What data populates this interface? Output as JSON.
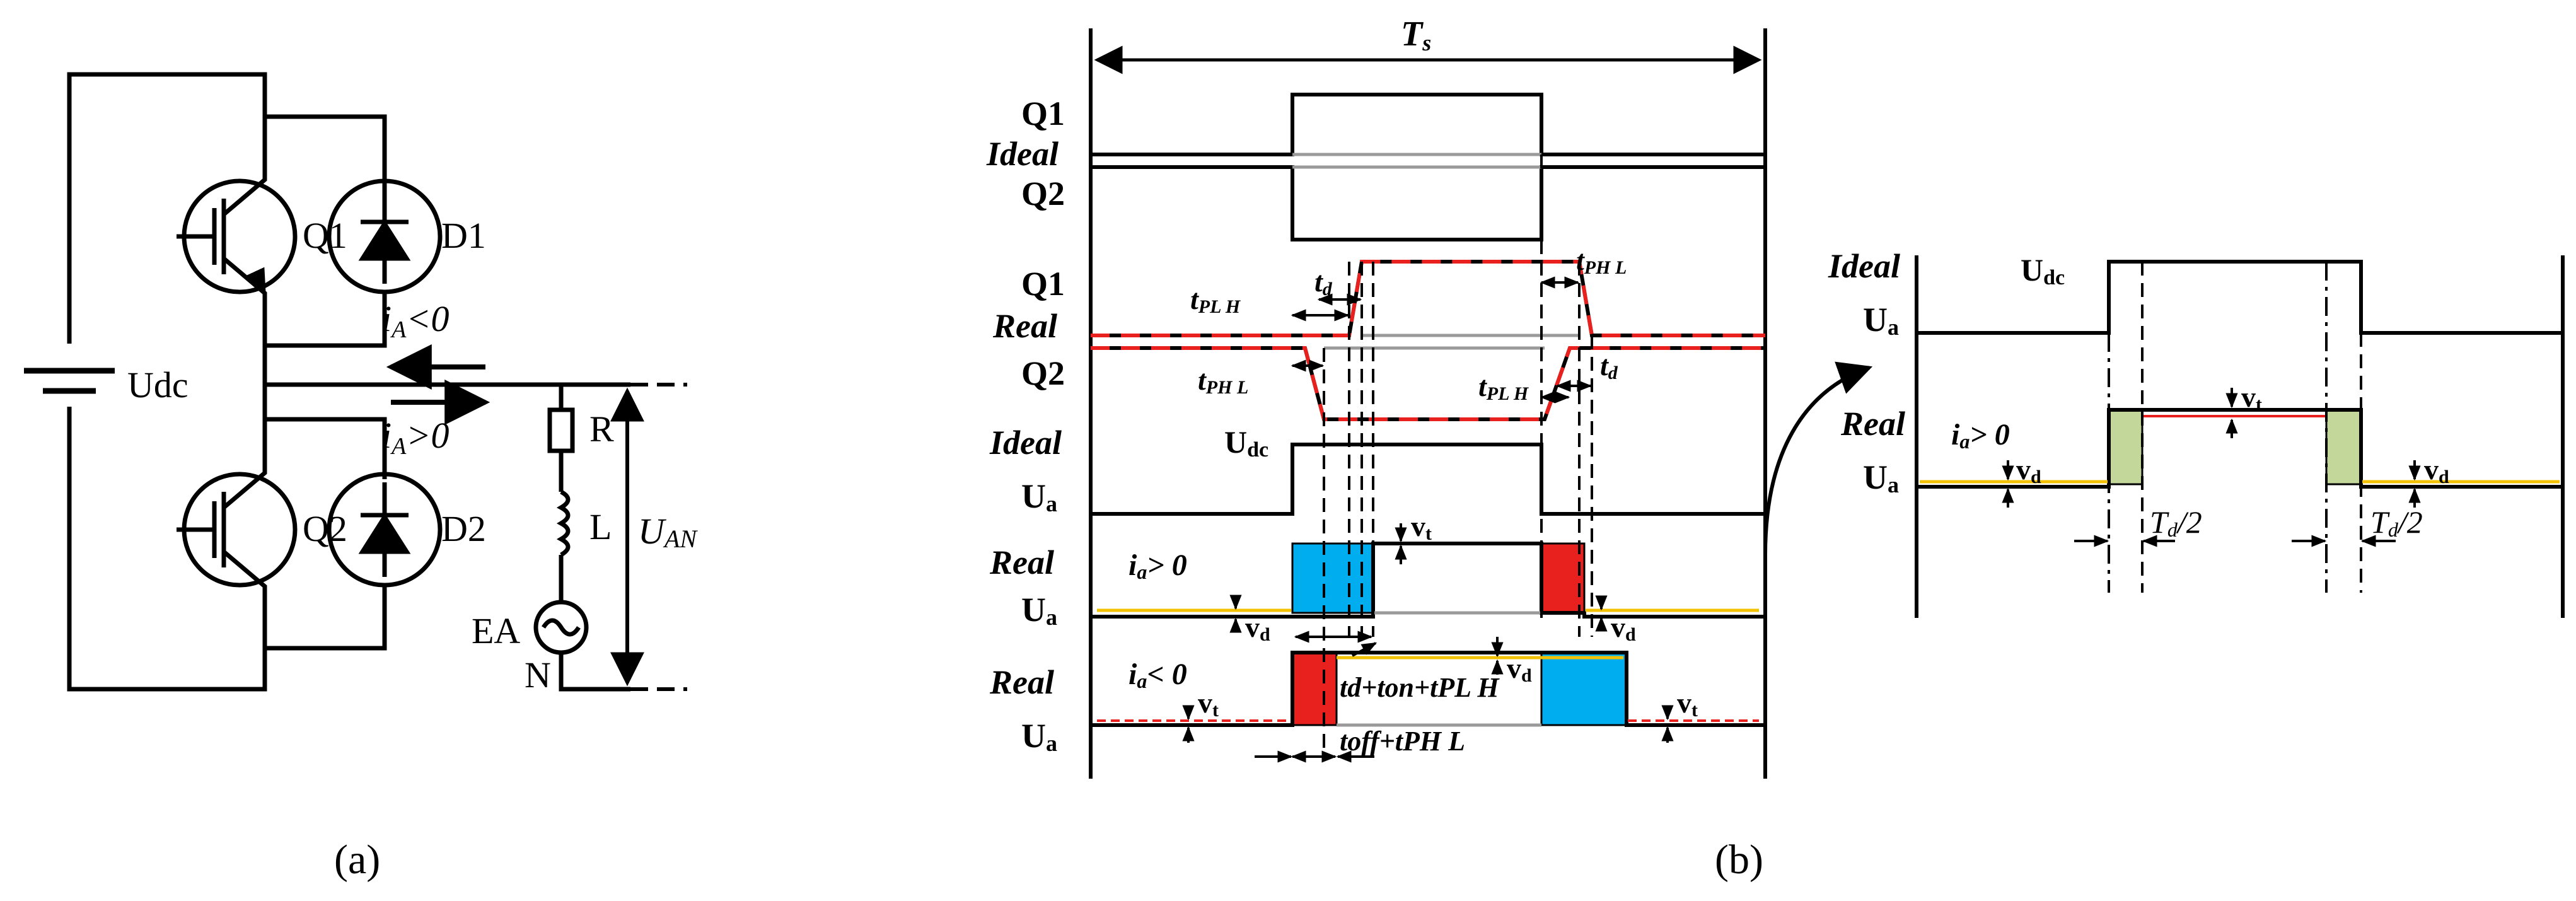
{
  "circuit": {
    "q1": "Q1",
    "d1": "D1",
    "q2": "Q2",
    "d2": "D2",
    "udc": "Udc",
    "r": "R",
    "l": "L",
    "ea": "EA",
    "n": "N",
    "ia_neg_i": "i",
    "ia_neg_sub": "A",
    "ia_neg_rest": "<0",
    "ia_pos_i": "i",
    "ia_pos_sub": "A",
    "ia_pos_rest": ">0",
    "uan_u": "U",
    "uan_sub": "AN"
  },
  "timing": {
    "ts_t": "T",
    "ts_sub": "s",
    "q1": "Q1",
    "ideal": "Ideal",
    "q2": "Q2",
    "q1r": "Q1",
    "real": "Real",
    "q2r": "Q2",
    "ideal2": "Ideal",
    "udc_u": "U",
    "udc_sub": "dc",
    "ua_u": "U",
    "ua_sub": "a",
    "real2": "Real",
    "ua2_u": "U",
    "ua2_sub": "a",
    "real3": "Real",
    "ua3_u": "U",
    "ua3_sub": "a",
    "tplh_t": "t",
    "tplh_sub": "PL H",
    "td_t": "t",
    "td_sub": "d",
    "tphl_t": "t",
    "tphl_sub": "PH L",
    "tphl2_t": "t",
    "tphl2_sub": "PH L",
    "tplh2_t": "t",
    "tplh2_sub": "PL H",
    "td2_t": "t",
    "td2_sub": "d",
    "iapos_i": "i",
    "iapos_sub": "a",
    "iapos_rest": "> 0",
    "ianeg_i": "i",
    "ianeg_sub": "a",
    "ianeg_rest": "< 0",
    "vd1_v": "v",
    "vd1_sub": "d",
    "vt1_v": "v",
    "vt1_sub": "t",
    "vd2_v": "v",
    "vd2_sub": "d",
    "vd3_v": "v",
    "vd3_sub": "d",
    "vt2_v": "v",
    "vt2_sub": "t",
    "vt3_v": "v",
    "vt3_sub": "t",
    "ton_expr": "td+ton+tPL H",
    "toff_expr": "toff+tPH L"
  },
  "zoom": {
    "ideal": "Ideal",
    "ua_u": "U",
    "ua_sub": "a",
    "udc_u": "U",
    "udc_sub": "dc",
    "real": "Real",
    "ua2_u": "U",
    "ua2_sub": "a",
    "iapos_i": "i",
    "iapos_sub": "a",
    "iapos_rest": "> 0",
    "vt_v": "v",
    "vt_sub": "t",
    "vd_v": "v",
    "vd_sub": "d",
    "vd2_v": "v",
    "vd2_sub": "d",
    "td2a_t": "T",
    "td2a_sub": "d",
    "td2a_rest": "/2",
    "td2b_t": "T",
    "td2b_sub": "d",
    "td2b_rest": "/2"
  },
  "captions": {
    "a": "(a)",
    "b": "(b)"
  },
  "colors": {
    "line": "#000000",
    "red": "#e8201e",
    "blue": "#00aeef",
    "green": "#c4d79b",
    "gray": "#9a9a9a",
    "yellow": "#f2c200"
  }
}
